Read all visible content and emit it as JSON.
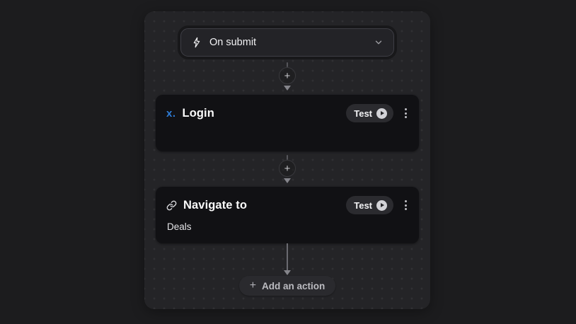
{
  "trigger": {
    "label": "On submit"
  },
  "connectors": {
    "add_step_symbol": "+"
  },
  "nodes": [
    {
      "logo_text": "x.",
      "title": "Login",
      "test_label": "Test"
    },
    {
      "title": "Navigate to",
      "subtitle": "Deals",
      "test_label": "Test"
    }
  ],
  "footer": {
    "plus_symbol": "+",
    "add_action_label": "Add an action"
  },
  "colors": {
    "page_bg": "#1c1c1e",
    "canvas_bg": "#242427",
    "card_bg": "#111114",
    "accent_blue": "#2e7cd6",
    "arrow_gray": "#85858b"
  }
}
